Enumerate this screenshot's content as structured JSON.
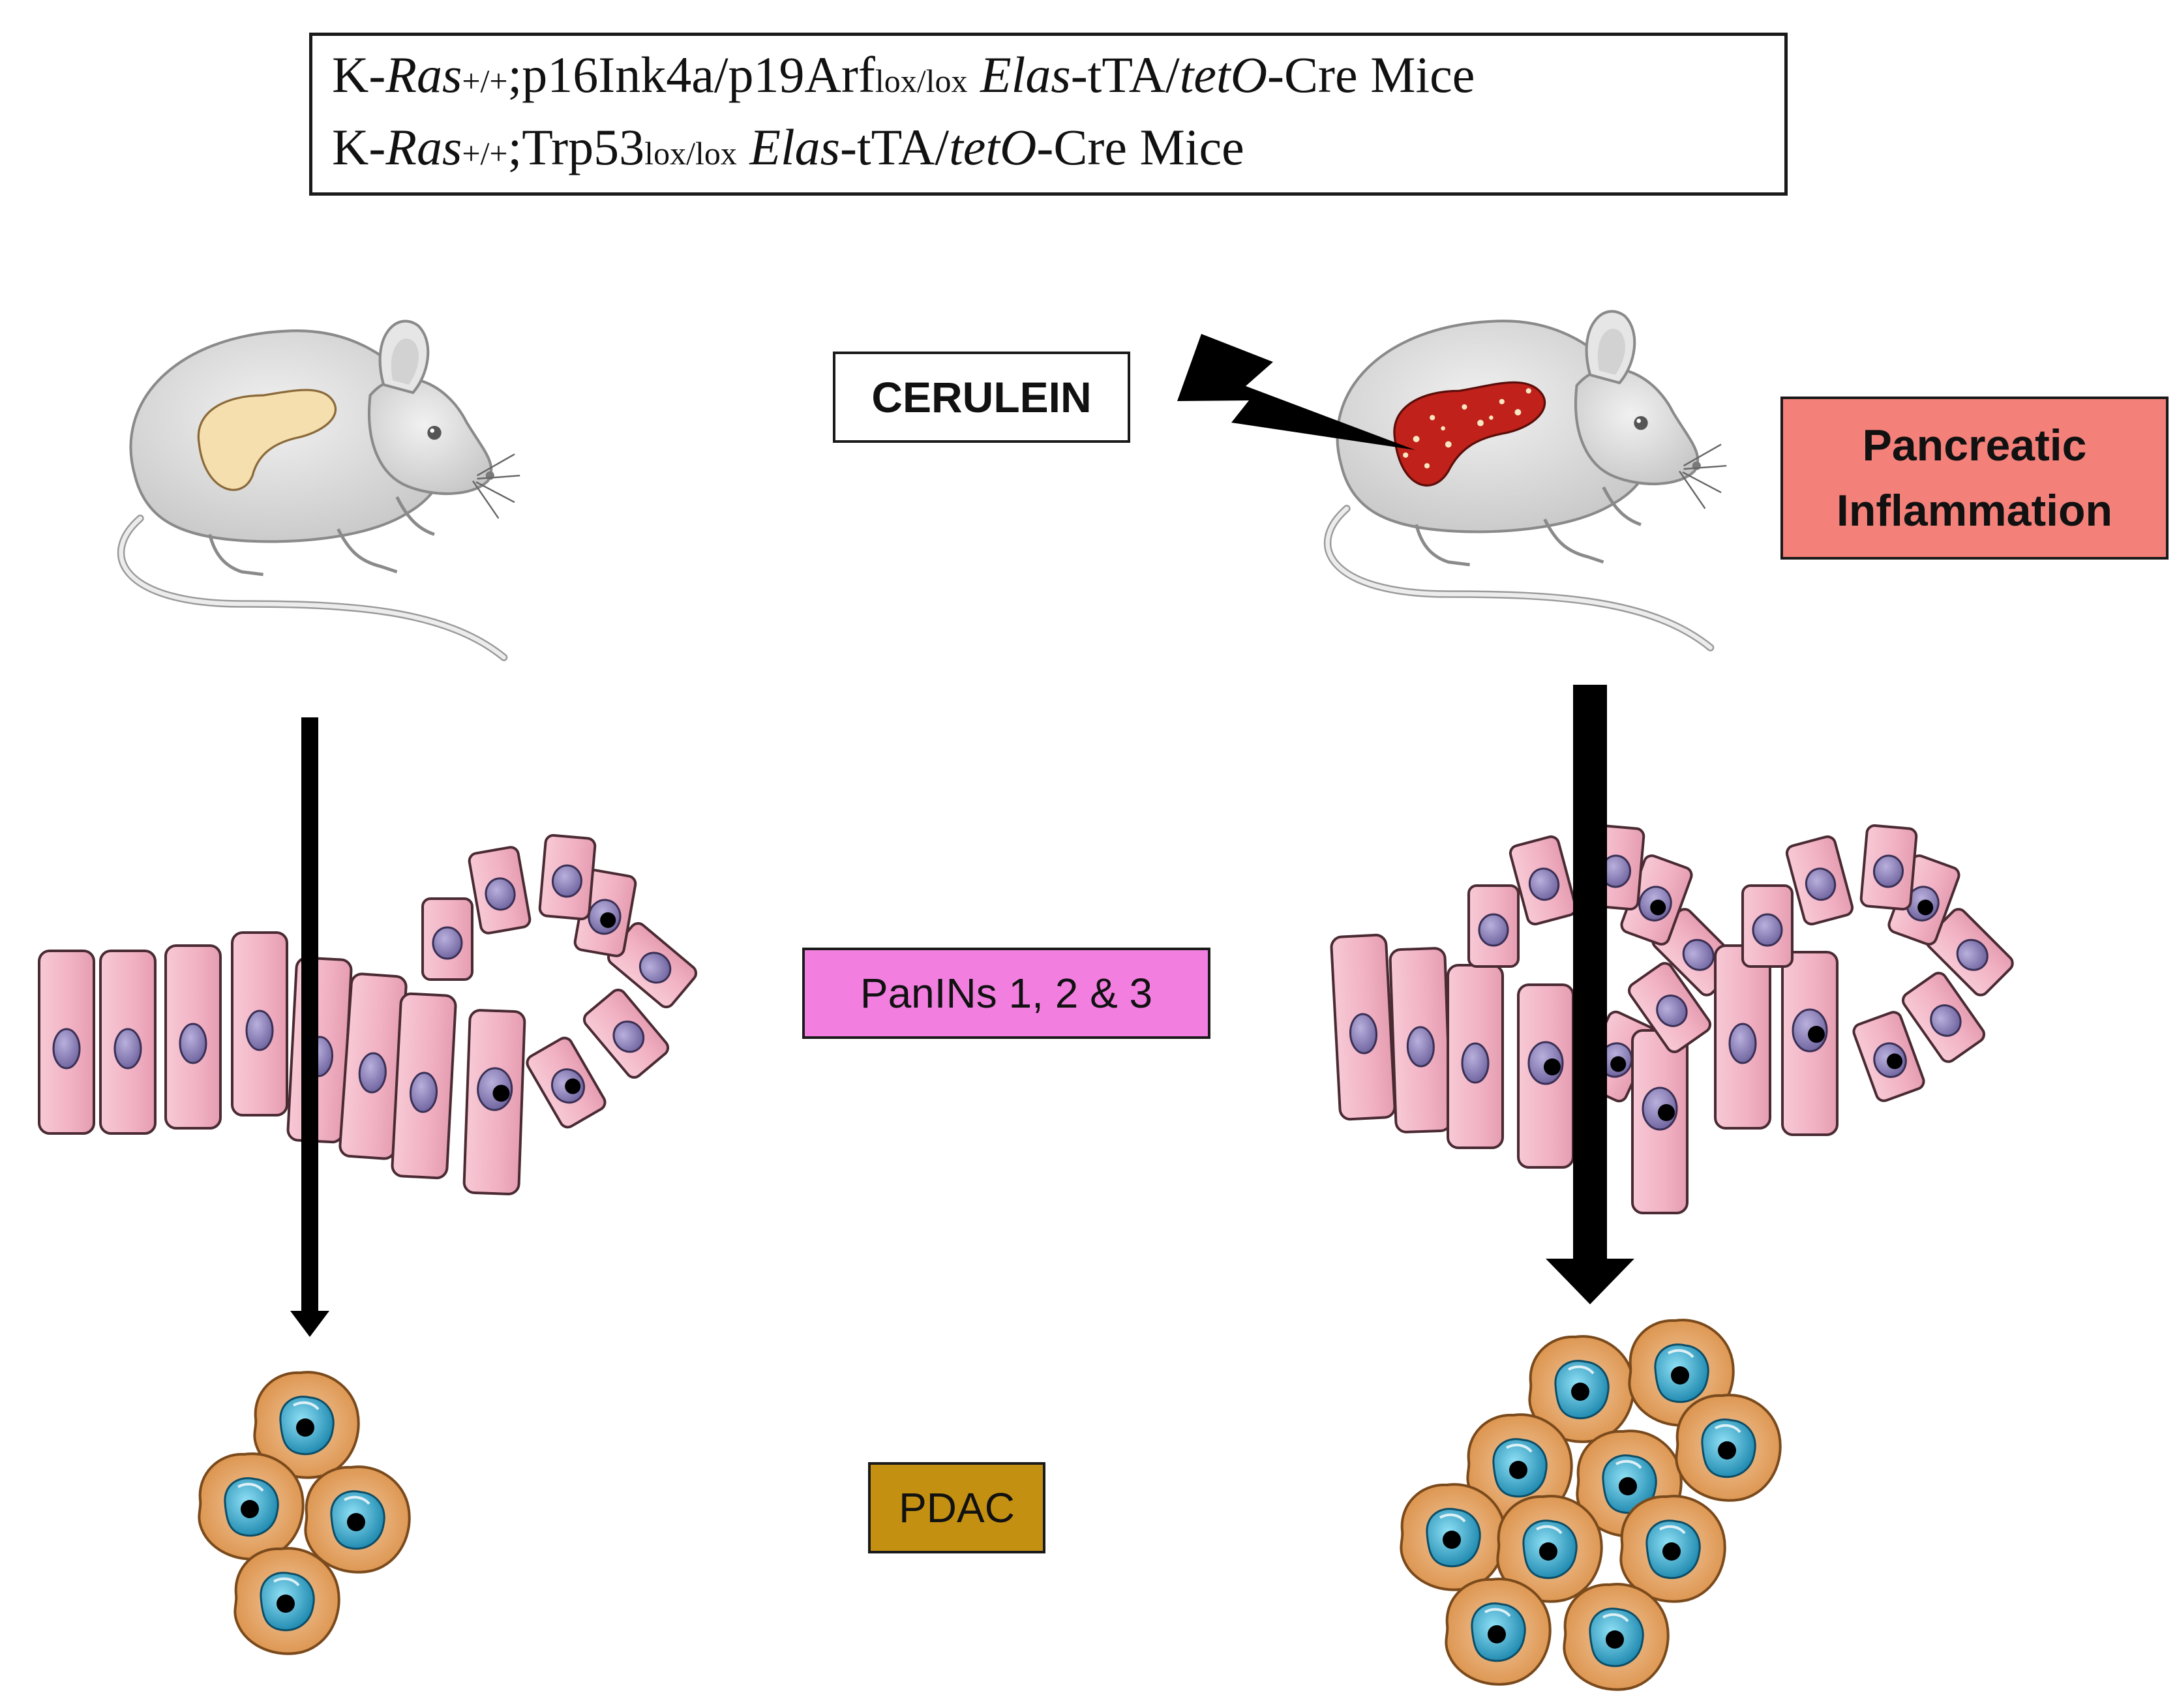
{
  "genotype": {
    "line1": {
      "a": "K-",
      "b": "Ras",
      "c": "+/+",
      "d": ";p16Ink4a/p19Arf",
      "e": "lox/lox",
      "f": " ",
      "g": "Elas",
      "h": "-tTA/",
      "i": "tetO",
      "j": "-Cre Mice"
    },
    "line2": {
      "a": "K-",
      "b": "Ras",
      "c": "+/+",
      "d": ";Trp53",
      "e": "lox/lox",
      "f": " ",
      "g": "Elas",
      "h": "-tTA/",
      "i": "tetO",
      "j": "-Cre Mice"
    }
  },
  "labels": {
    "cerulein": "CERULEIN",
    "inflammation_line1": "Pancreatic",
    "inflammation_line2": "Inflammation",
    "panins": "PanINs 1, 2 & 3",
    "pdac": "PDAC"
  },
  "colors": {
    "mouse_body": "#e3e3e3",
    "mouse_outline": "#8a8a8a",
    "pancreas_normal": "#f5dfae",
    "pancreas_inflamed": "#c0211a",
    "epithelial_cell": "#f4b8c8",
    "cell_nucleus": "#8c80b8",
    "tumor_cell": "#e8a866",
    "tumor_nucleus": "#2aa3c8",
    "arrow": "#000000",
    "cerulein_box": "#ffffff",
    "inflammation_box": "#f4807a",
    "panin_box": "#f27fe0",
    "pdac_box": "#c49012"
  },
  "icons": {
    "left_mouse": "mouse-healthy-pancreas-icon",
    "right_mouse": "mouse-inflamed-pancreas-icon",
    "lightning": "lightning-bolt-icon"
  }
}
